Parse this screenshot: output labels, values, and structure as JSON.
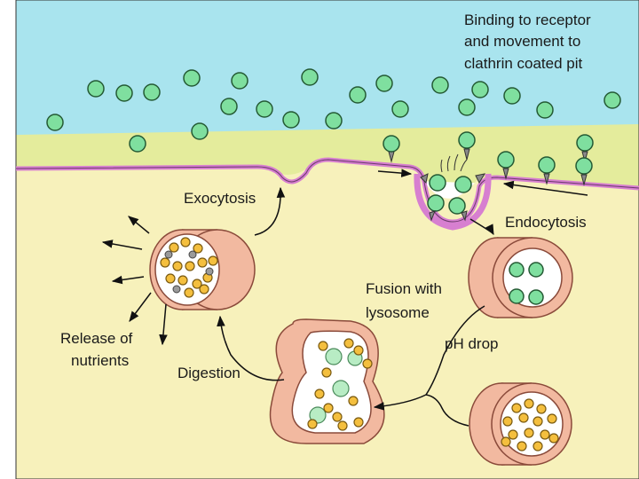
{
  "labels": {
    "binding": [
      "Binding to receptor",
      "and movement to",
      "clathrin coated pit"
    ],
    "exocytosis": "Exocytosis",
    "endocytosis": "Endocytosis",
    "fusion": [
      "Fusion with",
      "lysosome"
    ],
    "ph_drop": "pH drop",
    "release": [
      "Release of",
      "nutrients"
    ],
    "digestion": "Digestion"
  },
  "colors": {
    "extracellular": "#a9e4ee",
    "membrane_band": "#e4ec9c",
    "cytoplasm": "#f7f1bb",
    "membrane_line": "#d77fd0",
    "particle": "#7fdf9f",
    "nutrient": "#f4bf3e",
    "vesicle_wall": "#f2b9a0"
  }
}
